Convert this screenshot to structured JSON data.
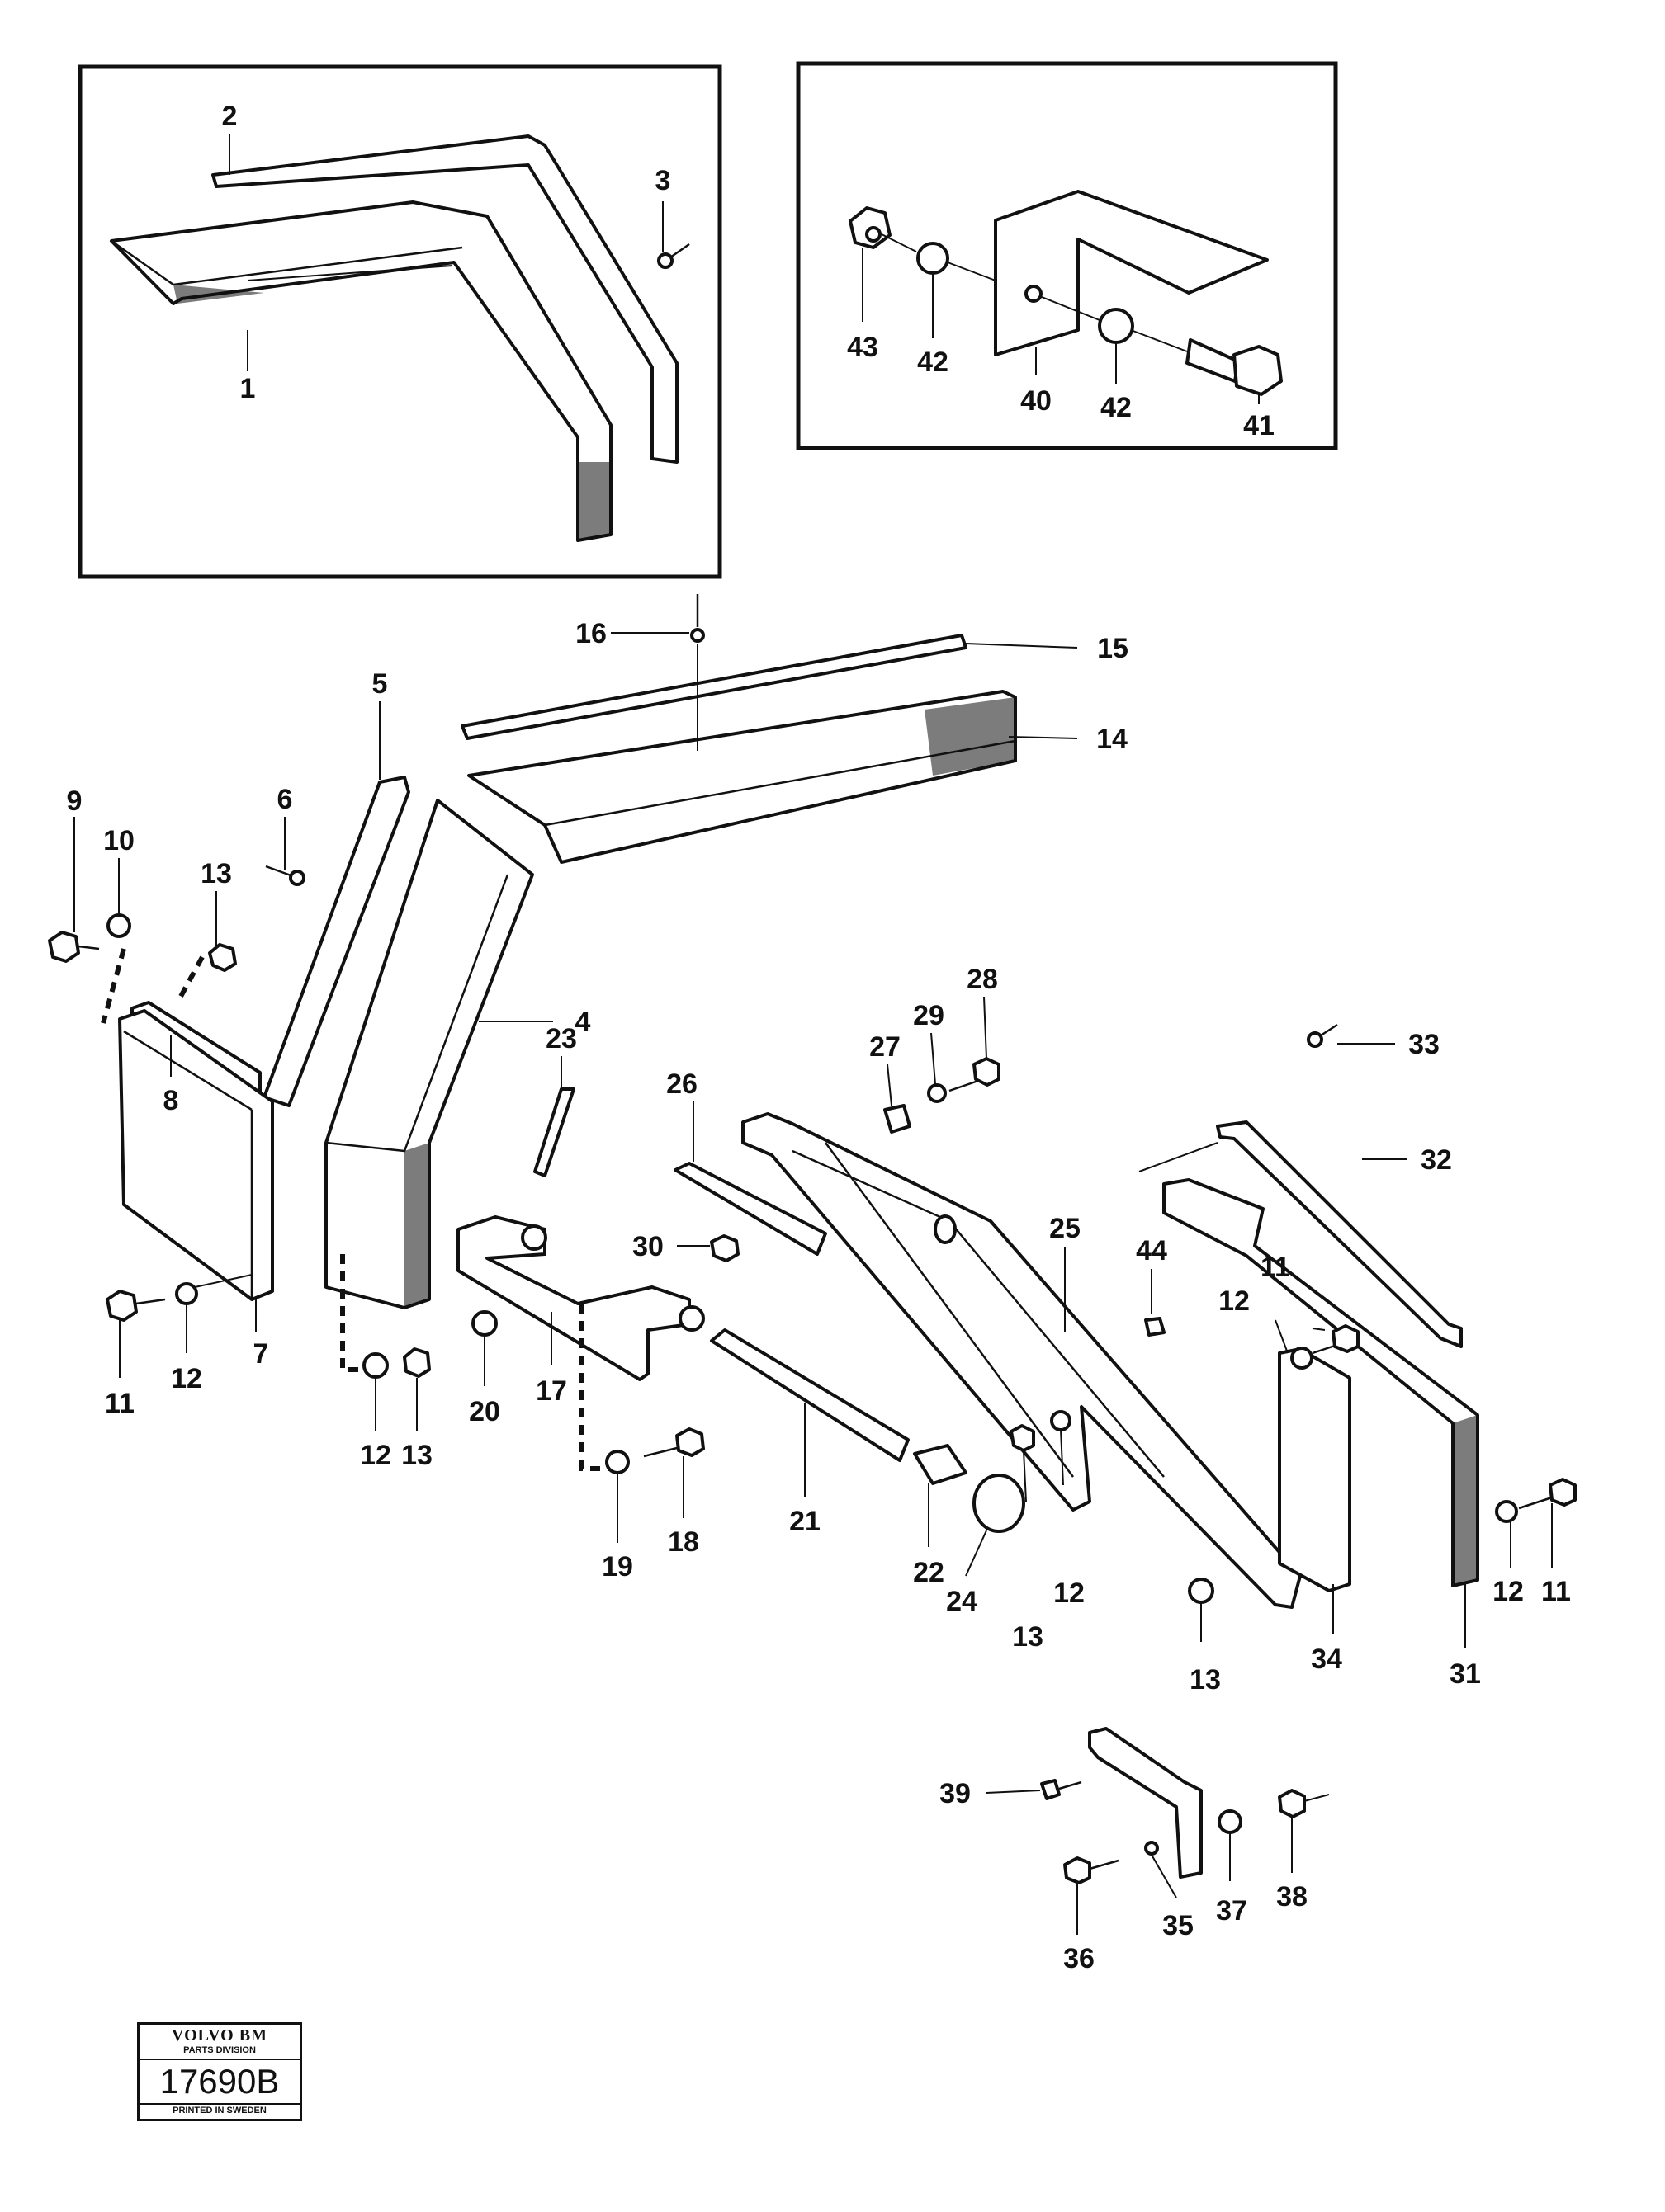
{
  "callouts": {
    "c1": "1",
    "c2": "2",
    "c3": "3",
    "c4": "4",
    "c5": "5",
    "c6": "6",
    "c7": "7",
    "c8": "8",
    "c9": "9",
    "c10": "10",
    "c11a": "11",
    "c11b": "11",
    "c11c": "11",
    "c12a": "12",
    "c12b": "12",
    "c12c": "12",
    "c12d": "12",
    "c12e": "12",
    "c13a": "13",
    "c13b": "13",
    "c13c": "13",
    "c13d": "13",
    "c14": "14",
    "c15": "15",
    "c16": "16",
    "c17": "17",
    "c18": "18",
    "c19": "19",
    "c20": "20",
    "c21": "21",
    "c22": "22",
    "c23": "23",
    "c24": "24",
    "c25": "25",
    "c26": "26",
    "c27": "27",
    "c28": "28",
    "c29": "29",
    "c30": "30",
    "c31": "31",
    "c32": "32",
    "c33": "33",
    "c34": "34",
    "c35": "35",
    "c36": "36",
    "c37": "37",
    "c38": "38",
    "c39": "39",
    "c40": "40",
    "c41": "41",
    "c42a": "42",
    "c42b": "42",
    "c43": "43",
    "c44": "44"
  },
  "stamp": {
    "brand": "VOLVO BM",
    "division": "PARTS DIVISION",
    "number": "17690B",
    "printed": "PRINTED IN SWEDEN"
  }
}
